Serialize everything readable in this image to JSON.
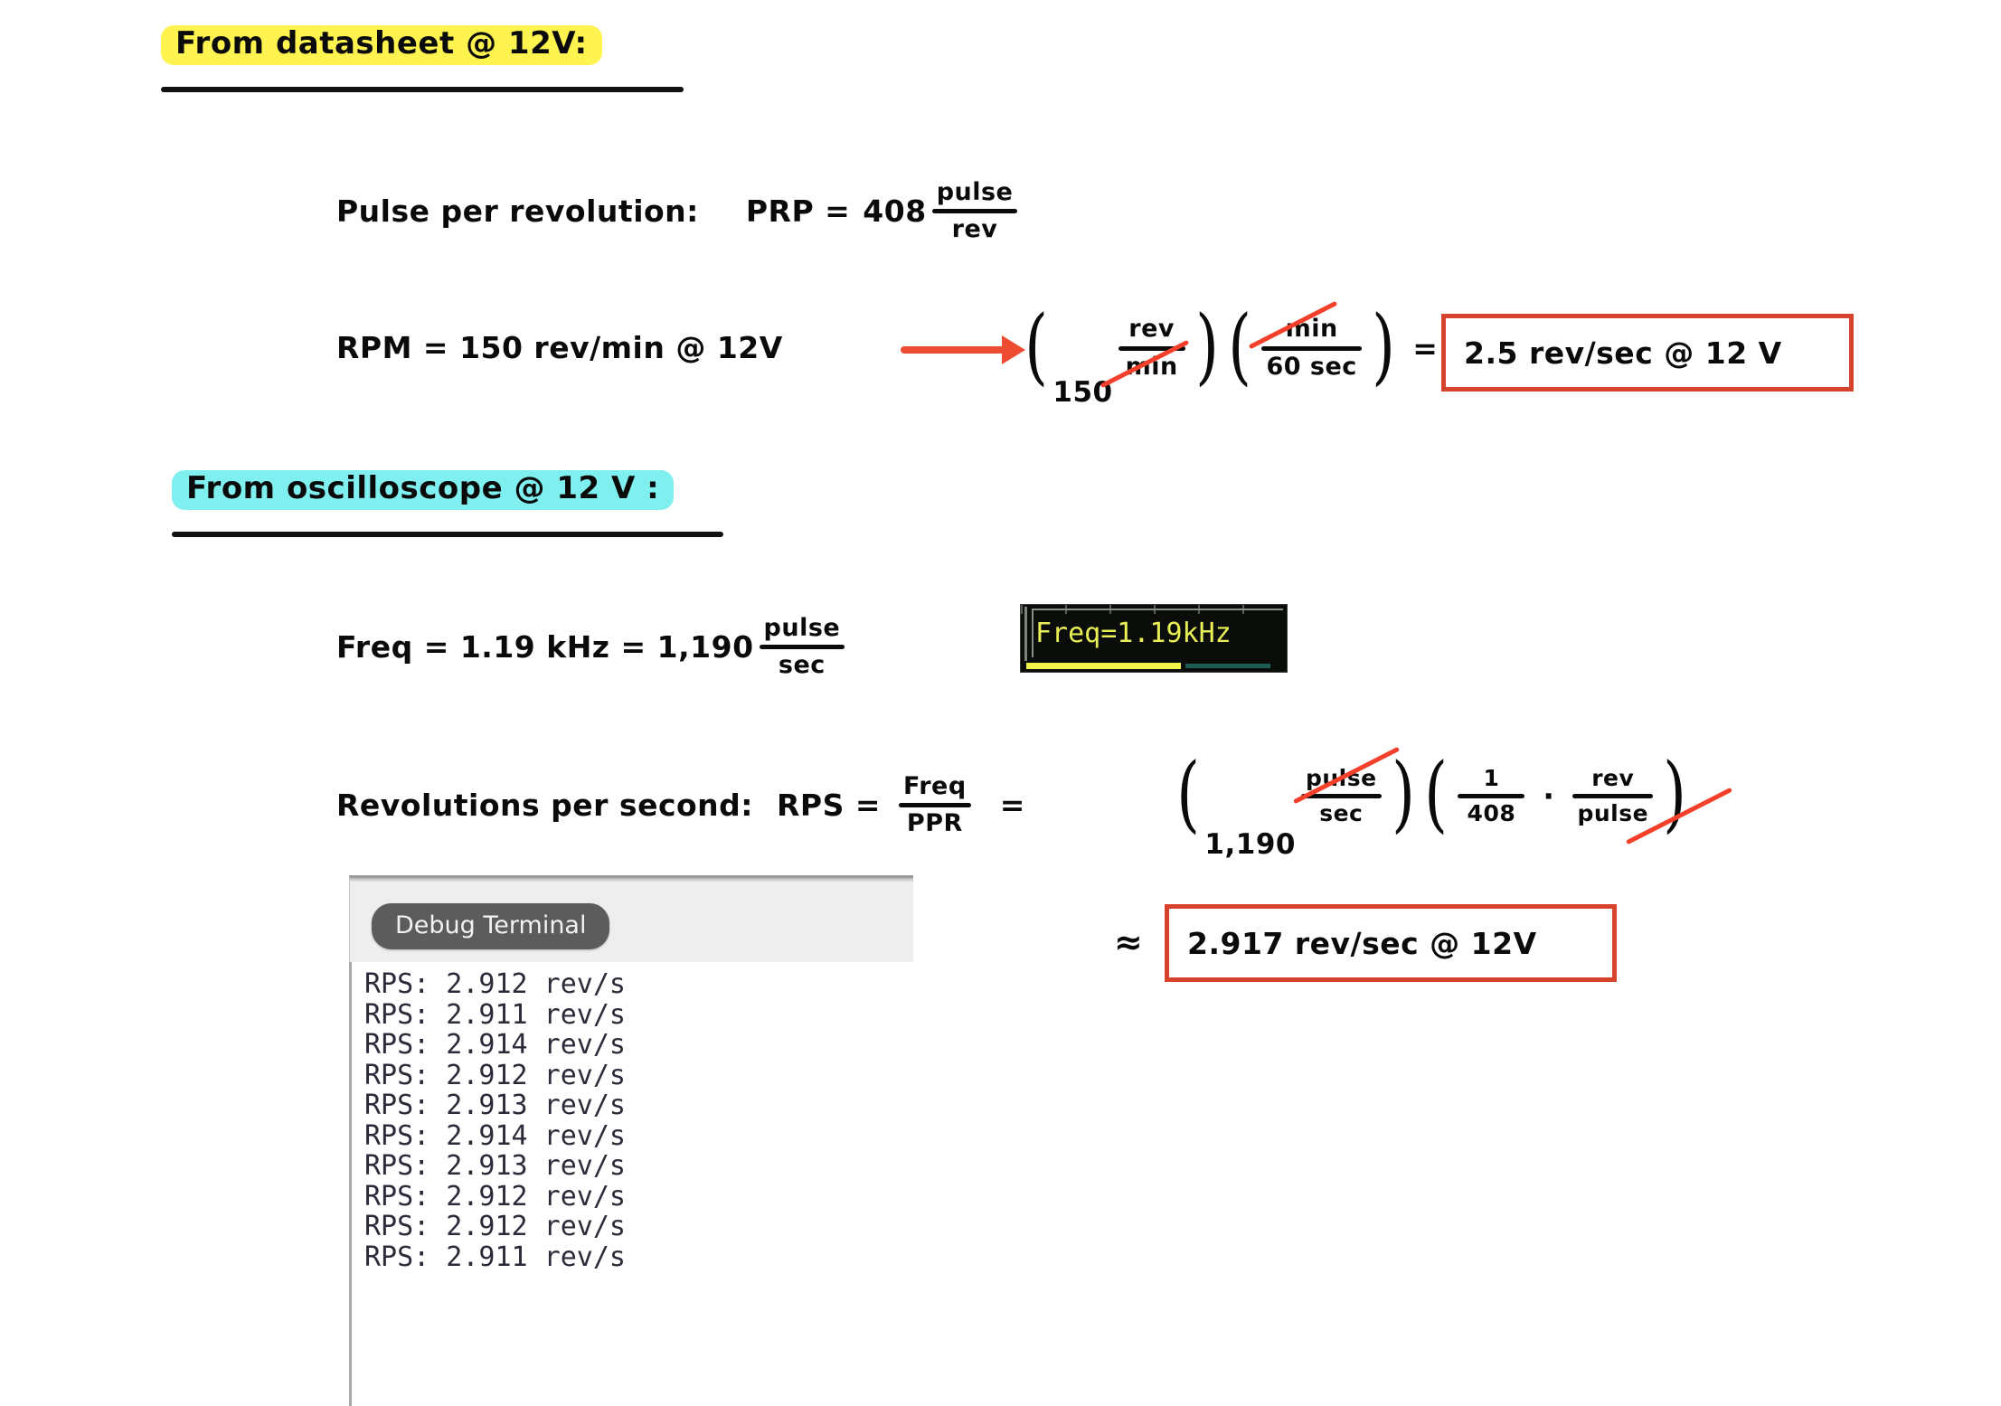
{
  "page": {
    "title": "Motor RPS calculation notes",
    "background": "#ffffff",
    "ink_color": "#0a0a0a",
    "accent_red": "#d6422b",
    "highlight_yellow": "#fff44f",
    "highlight_cyan": "#7ff0ef"
  },
  "section_datasheet": {
    "heading": "From datasheet @ 12V:",
    "ppr_line": {
      "label": "Pulse  per revolution:",
      "symbol": "PRP =",
      "value": "408",
      "unit_num": "pulse",
      "unit_den": "rev"
    },
    "rpm_line": {
      "statement": "RPM = 150 rev/min @ 12V",
      "arrow": "right-arrow"
    },
    "conversion": {
      "factor1_coef": "150",
      "factor1_num": "rev",
      "factor1_den": "min",
      "factor2_num": "min",
      "factor2_den": "60 sec",
      "equals": "="
    },
    "answer": "2.5 rev/sec  @  12 V"
  },
  "section_oscilloscope": {
    "heading": "From  oscilloscope  @ 12 V :",
    "freq_line": {
      "text": "Freq = 1.19 kHz = 1,190",
      "unit_num": "pulse",
      "unit_den": "sec"
    },
    "scope_capture": {
      "reading": "Freq=1.19kHz",
      "text_color": "#e9ef54",
      "background": "#0b0d0b"
    },
    "rps_line": {
      "label": "Revolutions  per  second:",
      "symbol": "RPS  =",
      "frac_num": "Freq",
      "frac_den": "PPR",
      "equals": "="
    },
    "rps_conversion": {
      "factor1_coef": "1,190",
      "factor1_num": "pulse",
      "factor1_den": "sec",
      "factor2a_num": "1",
      "factor2a_den": "408",
      "dot": "·",
      "factor2b_num": "rev",
      "factor2b_den": "pulse"
    },
    "approx_symbol": "≈",
    "answer": "2.917 rev/sec  @  12V"
  },
  "debug_terminal": {
    "tab_label": "Debug Terminal",
    "lines": [
      "RPS: 2.912 rev/s",
      "RPS: 2.911 rev/s",
      "RPS: 2.914 rev/s",
      "RPS: 2.912 rev/s",
      "RPS: 2.913 rev/s",
      "RPS: 2.914 rev/s",
      "RPS: 2.913 rev/s",
      "RPS: 2.912 rev/s",
      "RPS: 2.912 rev/s",
      "RPS: 2.911 rev/s"
    ]
  }
}
